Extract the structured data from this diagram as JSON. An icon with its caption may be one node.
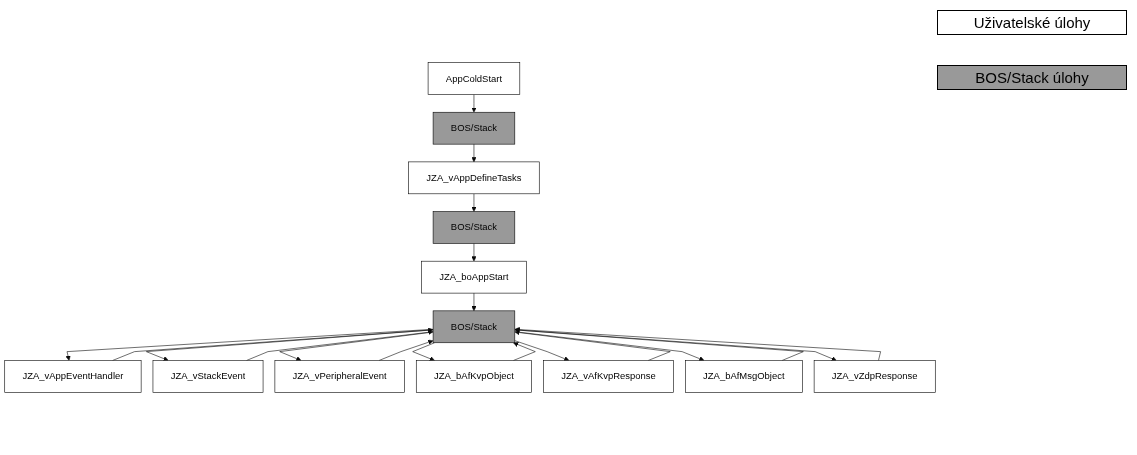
{
  "diagram": {
    "nodes": [
      {
        "text": [
          "AppColdStart"
        ]
      },
      {
        "text": [
          "BOS/Stack"
        ]
      },
      {
        "text": [
          "JZA_vAppDefineTasks"
        ]
      },
      {
        "text": [
          "BOS/Stack"
        ]
      },
      {
        "text": [
          "JZA_boAppStart"
        ]
      },
      {
        "text": [
          "JZA_vAppEventHandler"
        ]
      },
      {
        "text": [
          "BOS/Stack"
        ]
      },
      {
        "text": [
          "JZA_vStackEvent"
        ]
      },
      {
        "text": [
          "JZA_vPeripheralEvent"
        ]
      },
      {
        "text": [
          "JZA_bAfKvpObject"
        ]
      },
      {
        "text": [
          "JZA_vAfKvpResponse"
        ]
      },
      {
        "text": [
          "JZA_bAfMsgObject"
        ]
      },
      {
        "text": [
          "JZA_vZdpResponse"
        ]
      }
    ],
    "edges": [
      {
        "from": 0,
        "to": 1,
        "arrow": "to"
      },
      {
        "from": 1,
        "to": 2,
        "arrow": "to"
      },
      {
        "from": 2,
        "to": 3,
        "arrow": "to"
      },
      {
        "from": 3,
        "to": 4,
        "arrow": "to"
      },
      {
        "from": 4,
        "to": 6,
        "arrow": "to"
      },
      {
        "from": 6,
        "to": 5,
        "arrow": "to"
      },
      {
        "from": 5,
        "to": 6,
        "arrow": "to"
      },
      {
        "from": 6,
        "to": 7,
        "arrow": "to"
      },
      {
        "from": 7,
        "to": 6,
        "arrow": "to"
      },
      {
        "from": 6,
        "to": 8,
        "arrow": "to"
      },
      {
        "from": 8,
        "to": 6,
        "arrow": "to"
      },
      {
        "from": 6,
        "to": 9,
        "arrow": "to"
      },
      {
        "from": 9,
        "to": 6,
        "arrow": "to"
      },
      {
        "from": 6,
        "to": 10,
        "arrow": "to"
      },
      {
        "from": 10,
        "to": 6,
        "arrow": "to"
      },
      {
        "from": 6,
        "to": 11,
        "arrow": "to"
      },
      {
        "from": 11,
        "to": 6,
        "arrow": "to"
      },
      {
        "from": 6,
        "to": 12,
        "arrow": "to"
      },
      {
        "from": 12,
        "to": 6,
        "arrow": "to"
      }
    ],
    "legend": [
      {
        "text": "Uživatelské úlohy",
        "color": "#ffffff"
      },
      {
        "text": "BOS/Stack úlohy",
        "color": "#999999"
      }
    ]
  }
}
